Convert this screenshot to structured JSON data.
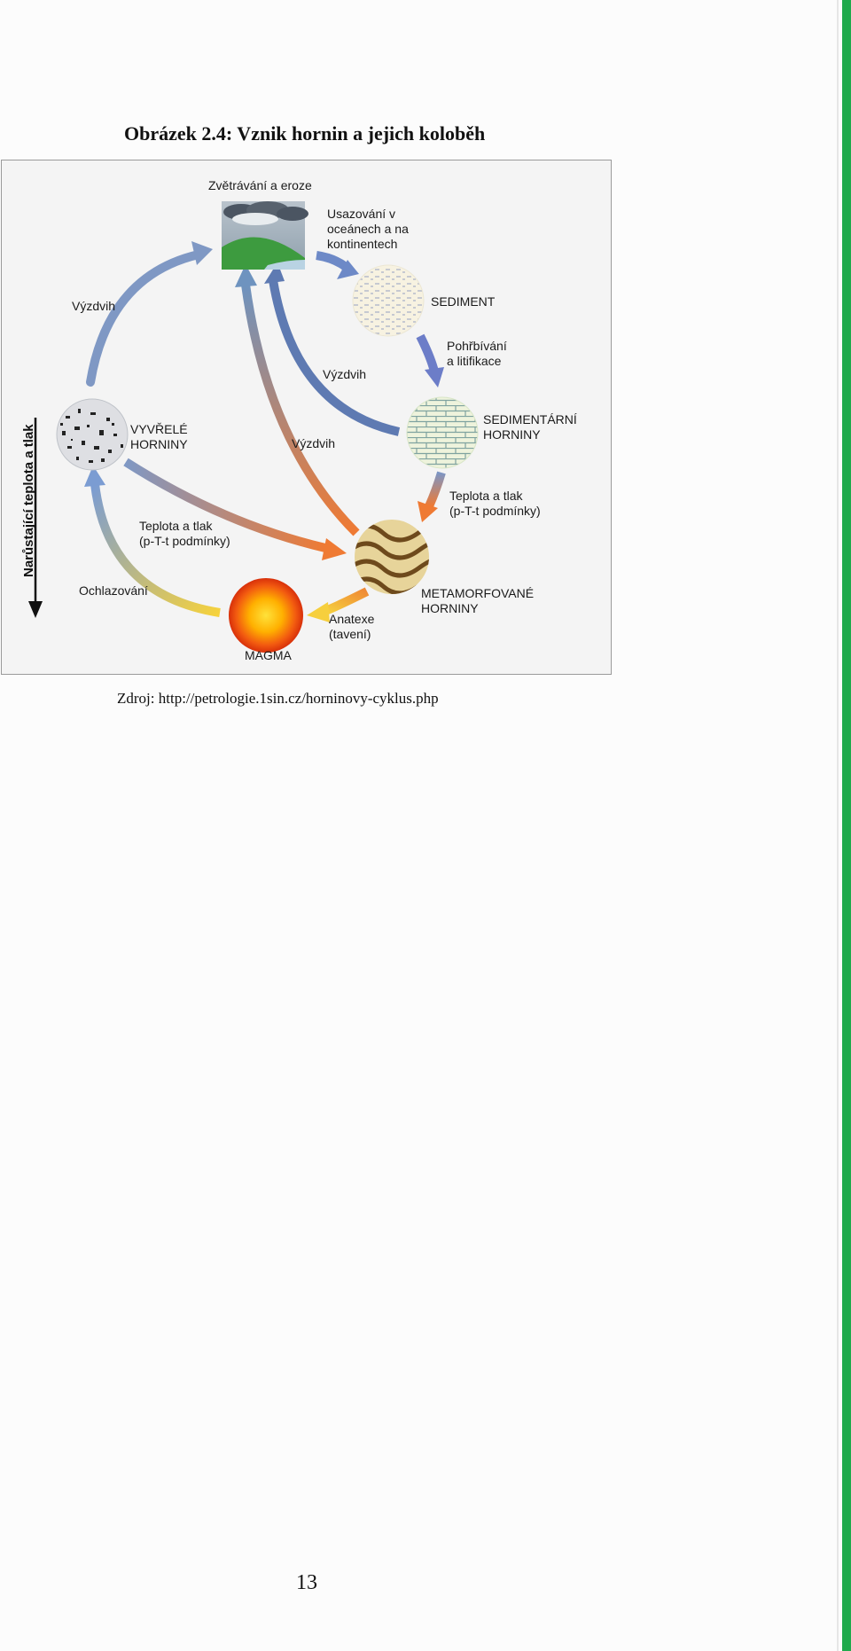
{
  "caption": "Obrázek 2.4: Vznik hornin a jejich koloběh",
  "diagram": {
    "vertical_axis": "Narůstající teplota a tlak",
    "nodes": {
      "weathering": "Zvětrávání a eroze",
      "sediment": "SEDIMENT",
      "sedimentary": "SEDIMENTÁRNÍ\nHORNINY",
      "metamorphic": "METAMORFOVANÉ\nHORNINY",
      "magma": "MAGMA",
      "igneous": "VYVŘELÉ\nHORNINY"
    },
    "processes": {
      "deposition": "Usazování v\noceánech a na\nkontinentech",
      "burial": "Pohřbívání\na litifikace",
      "heat_pressure_right": "Teplota a tlak\n(p-T-t podmínky)",
      "heat_pressure_left": "Teplota a tlak\n(p-T-t podmínky)",
      "anatexis": "Anatexe\n(tavení)",
      "cooling": "Ochlazování",
      "uplift_left": "Výzdvih",
      "uplift_middle": "Výzdvih",
      "uplift_right": "Výzdvih"
    }
  },
  "source": "Zdroj: http://petrologie.1sin.cz/horninovy-cyklus.php",
  "page_number": "13",
  "colors": {
    "accent_bar": "#1faa4c"
  }
}
